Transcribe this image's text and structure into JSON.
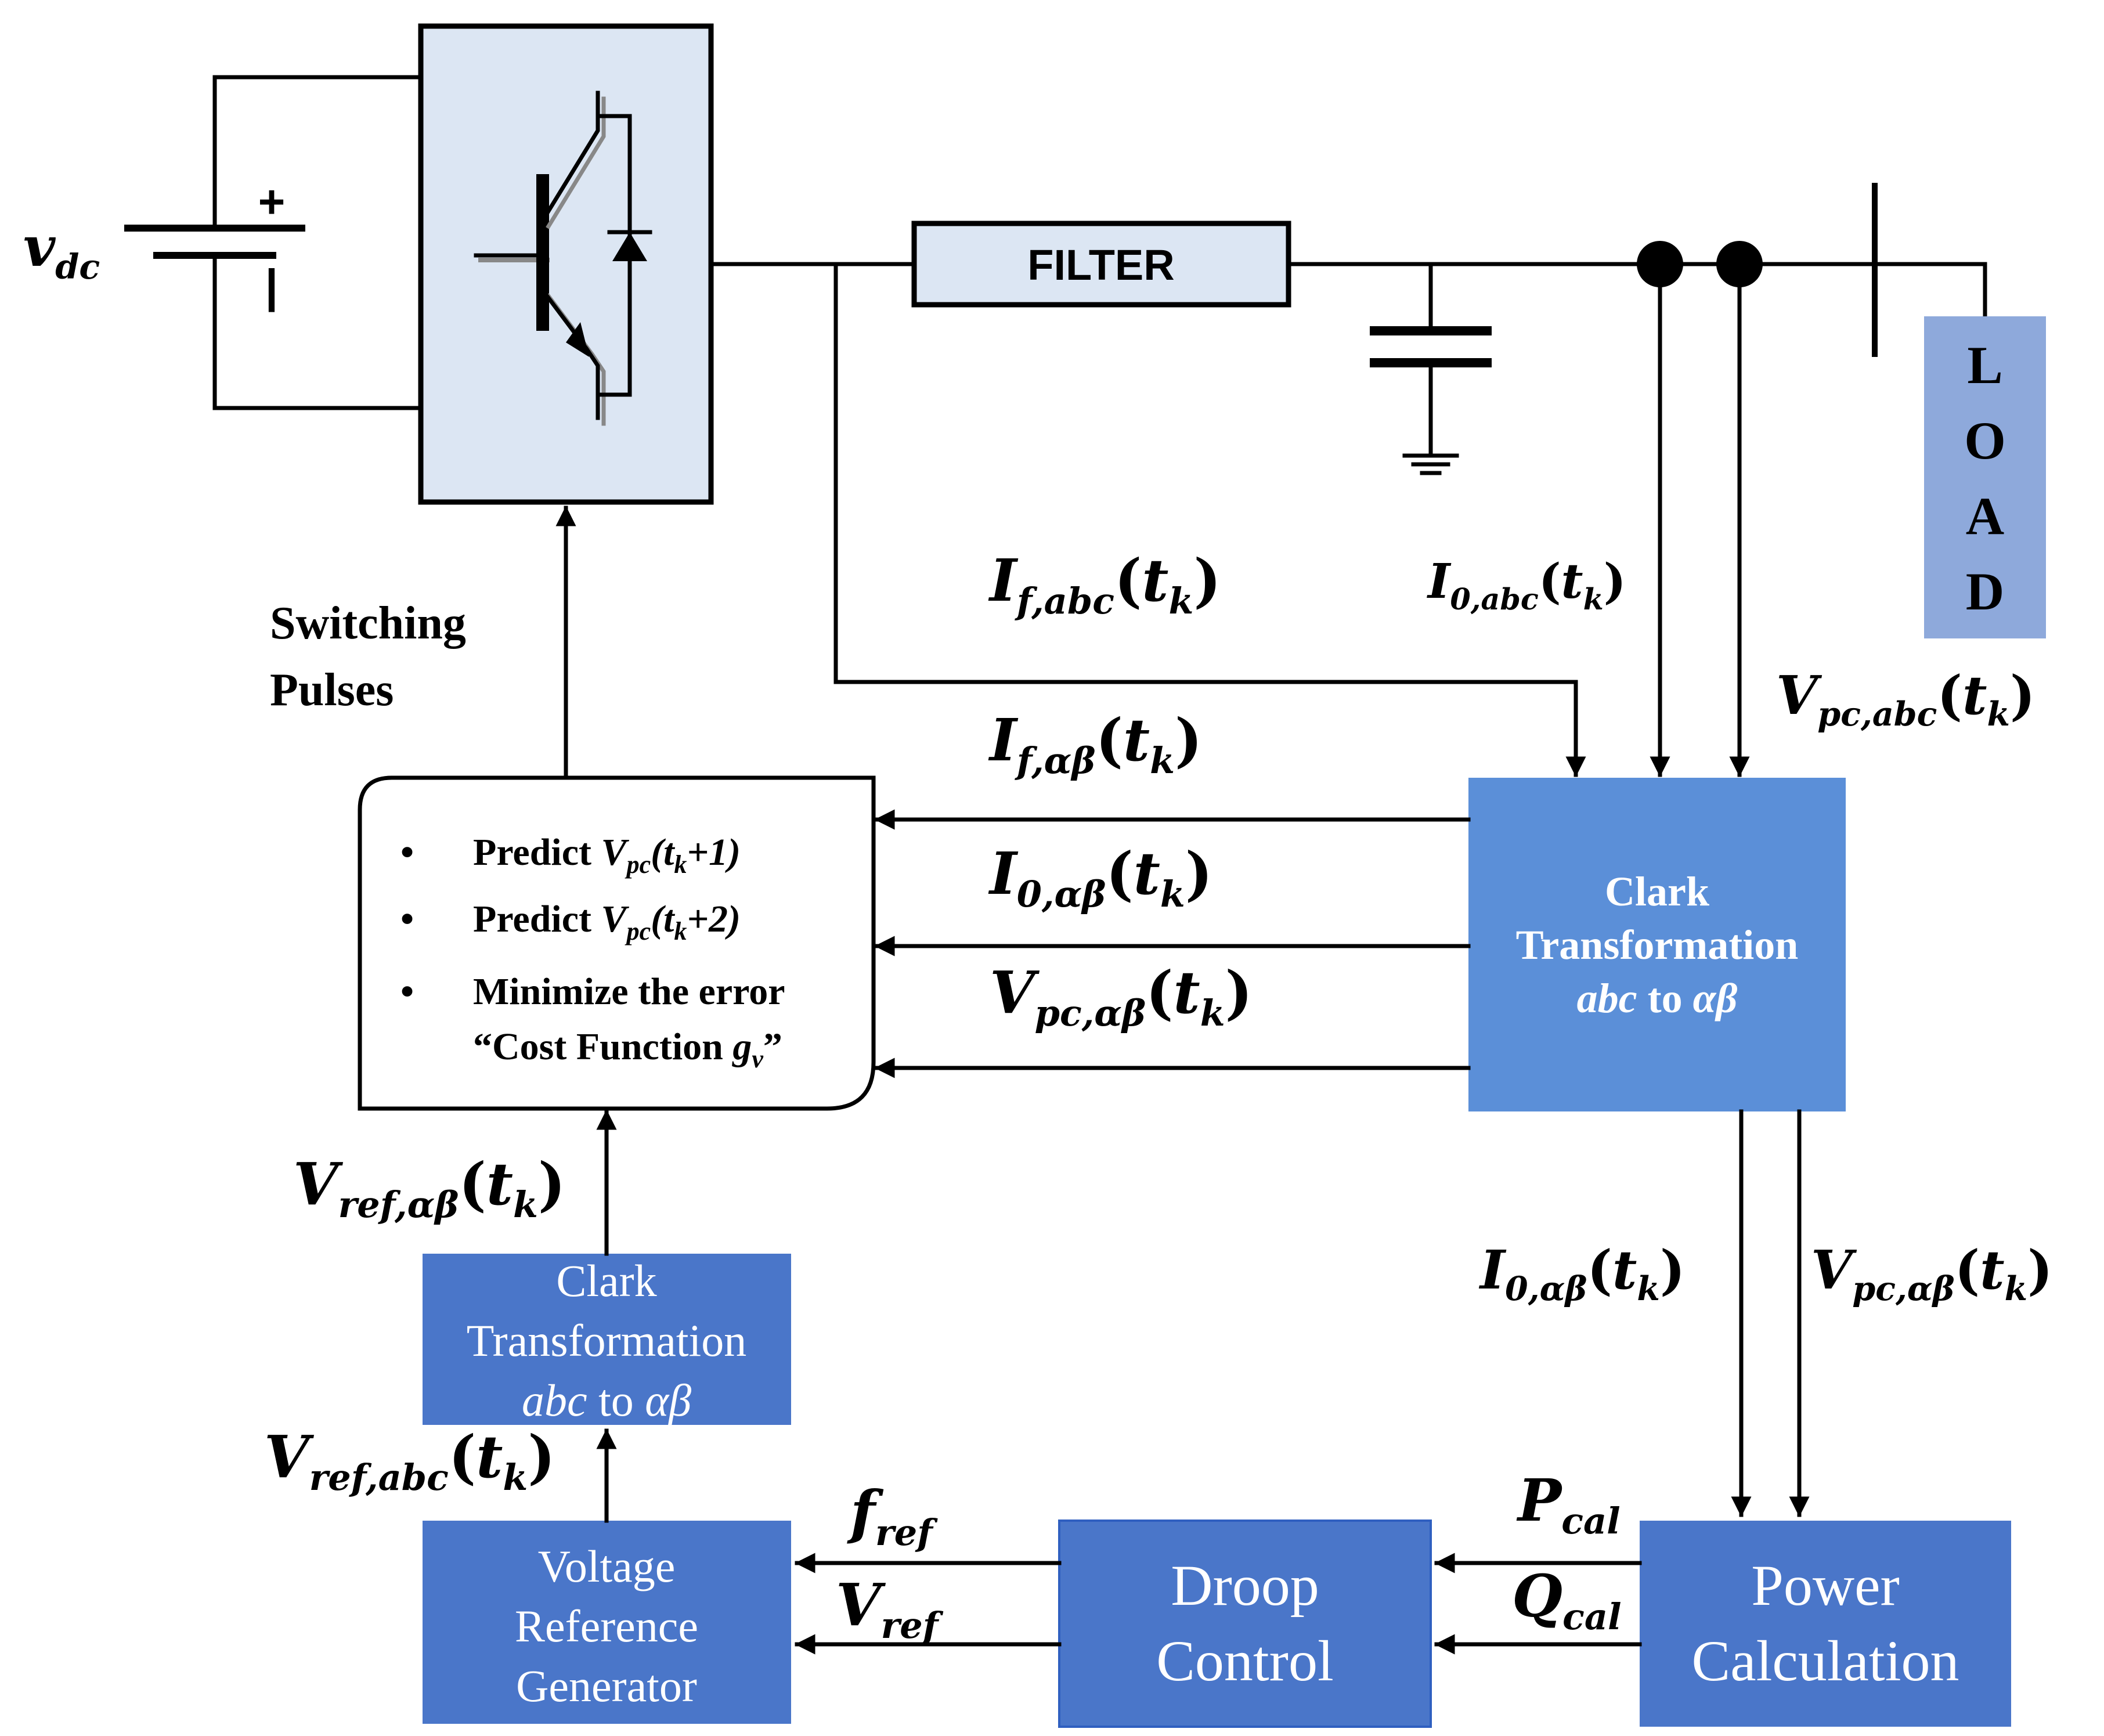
{
  "dc_source": {
    "label_main": "v",
    "label_sub": "dc",
    "plus": "+",
    "minus": "−"
  },
  "filter": {
    "label": "FILTER"
  },
  "load": {
    "letters": [
      "L",
      "O",
      "A",
      "D"
    ]
  },
  "switching": {
    "line1": "Switching",
    "line2": "Pulses"
  },
  "signals": {
    "if_abc": {
      "main": "I",
      "sub": "f,abc",
      "arg": "t",
      "arg_sub": "k"
    },
    "i0_abc": {
      "main": "I",
      "sub": "0,abc",
      "arg": "t",
      "arg_sub": "k"
    },
    "vpc_abc": {
      "main": "V",
      "sub": "pc,abc",
      "arg": "t",
      "arg_sub": "k"
    },
    "if_ab": {
      "main": "I",
      "sub": "f,αβ",
      "arg": "t",
      "arg_sub": "k"
    },
    "i0_ab": {
      "main": "I",
      "sub": "0,αβ",
      "arg": "t",
      "arg_sub": "k"
    },
    "vpc_ab": {
      "main": "V",
      "sub": "pc,αβ",
      "arg": "t",
      "arg_sub": "k"
    },
    "i0_ab_down": {
      "main": "I",
      "sub": "0,αβ",
      "arg": "t",
      "arg_sub": "k"
    },
    "vpc_ab_down": {
      "main": "V",
      "sub": "pc,αβ",
      "arg": "t",
      "arg_sub": "k"
    },
    "vref_ab": {
      "main": "V",
      "sub": "ref,αβ",
      "arg": "t",
      "arg_sub": "k"
    },
    "vref_abc": {
      "main": "V",
      "sub": "ref,abc",
      "arg": "t",
      "arg_sub": "k"
    },
    "f_ref": {
      "main": "f",
      "sub": "ref"
    },
    "v_ref": {
      "main": "V",
      "sub": "ref"
    },
    "p_cal": {
      "main": "P",
      "sub": "cal"
    },
    "q_cal": {
      "main": "Q",
      "sub": "cal"
    }
  },
  "predict_box": {
    "items": [
      {
        "bullet": "•",
        "text": "Predict ",
        "var": "V",
        "var_sub": "pc",
        "arg": "(t",
        "arg_sub": "k",
        "arg_end": "+1)"
      },
      {
        "bullet": "•",
        "text": "Predict ",
        "var": "V",
        "var_sub": "pc",
        "arg": "(t",
        "arg_sub": "k",
        "arg_end": "+2)"
      },
      {
        "bullet": "•",
        "text": "Minimize the error"
      }
    ],
    "cost_line": {
      "open": "“Cost Function ",
      "var": "g",
      "var_sub": "v",
      "close": "”"
    }
  },
  "clark_main": {
    "line1": "Clark",
    "line2": "Transformation",
    "line3_italic": "abc",
    "line3_mid": " to ",
    "line3_end": "αβ"
  },
  "clark_small": {
    "line1": "Clark",
    "line2": "Transformation",
    "line3_italic": "abc",
    "line3_mid": " to ",
    "line3_end": "αβ"
  },
  "voltage_ref_gen": {
    "line1": "Voltage",
    "line2": "Reference",
    "line3": "Generator"
  },
  "droop": {
    "line1": "Droop",
    "line2": "Control"
  },
  "power_calc": {
    "line1": "Power",
    "line2": "Calculation"
  },
  "colors": {
    "clark_main_fill": "#5b8fd8",
    "block_fill": "#4a76c9",
    "inverter_fill": "#dce6f3",
    "filter_fill": "#dce6f3",
    "load_fill": "#8ea9db"
  }
}
